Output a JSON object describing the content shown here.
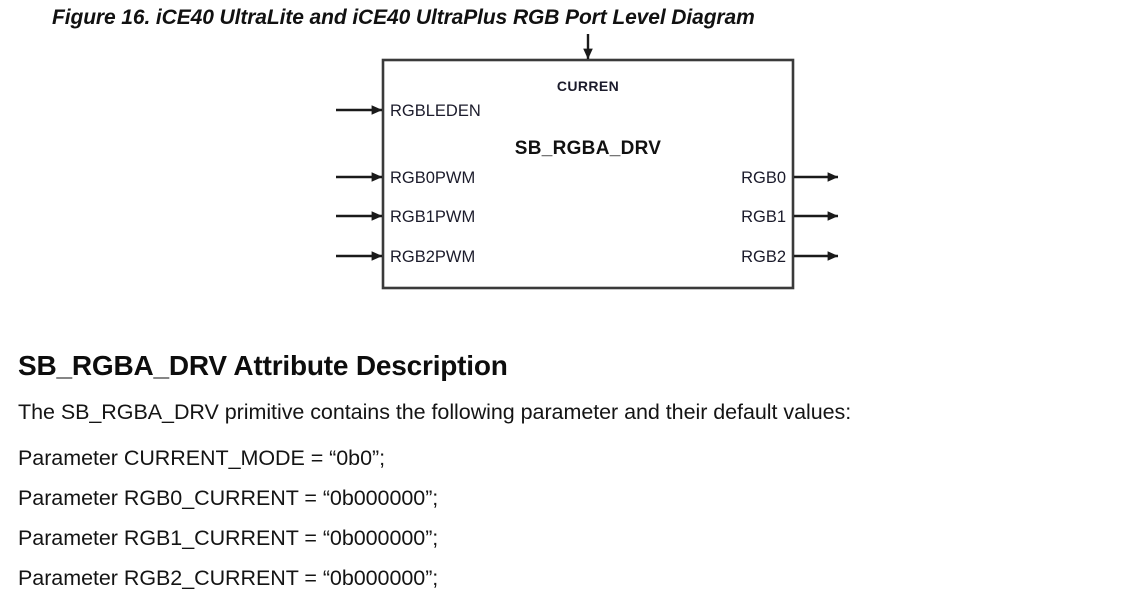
{
  "figure": {
    "caption": "Figure 16. iCE40 UltraLite and iCE40 UltraPlus RGB Port Level Diagram",
    "block": {
      "name": "SB_RGBA_DRV",
      "top_port_label": "CURREN",
      "top_port_arrow": "down-arrow",
      "inputs": [
        {
          "label": "RGBLEDEN",
          "arrow": "right-arrow"
        },
        {
          "label": "RGB0PWM",
          "arrow": "right-arrow"
        },
        {
          "label": "RGB1PWM",
          "arrow": "right-arrow"
        },
        {
          "label": "RGB2PWM",
          "arrow": "right-arrow"
        }
      ],
      "outputs": [
        {
          "label": "RGB0",
          "arrow": "right-arrow"
        },
        {
          "label": "RGB1",
          "arrow": "right-arrow"
        },
        {
          "label": "RGB2",
          "arrow": "right-arrow"
        }
      ]
    },
    "colors": {
      "box_stroke": "#3a3a3a",
      "wire": "#1a1a1a",
      "text": "#111111",
      "port_text": "#1b1b2b",
      "background": "#ffffff"
    }
  },
  "content": {
    "heading": "SB_RGBA_DRV Attribute Description",
    "intro": "The SB_RGBA_DRV primitive contains the following parameter and their default values:",
    "parameters": [
      "Parameter CURRENT_MODE = “0b0”;",
      "Parameter RGB0_CURRENT = “0b000000”;",
      "Parameter RGB1_CURRENT = “0b000000”;",
      "Parameter RGB2_CURRENT = “0b000000”;"
    ]
  }
}
